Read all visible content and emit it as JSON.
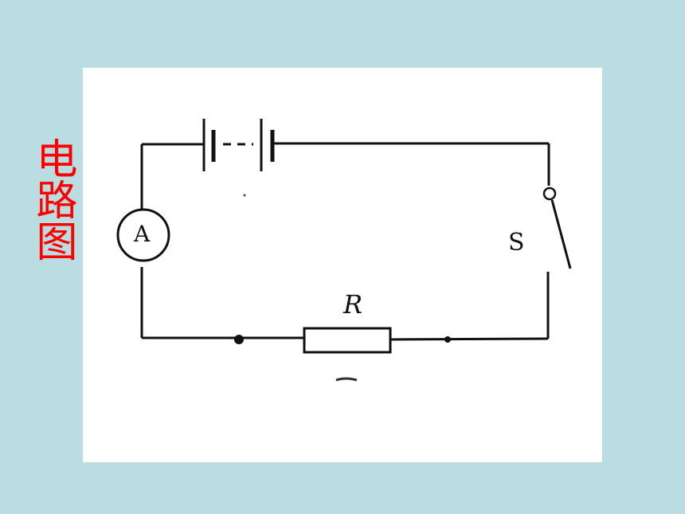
{
  "title": "电路图",
  "colors": {
    "background": "#b9dde0",
    "panel": "#ffffff",
    "title": "#ff0000",
    "wire": "#111111"
  },
  "circuit": {
    "ammeter_label": "A",
    "resistor_label": "R",
    "switch_label": "S",
    "components": [
      "battery",
      "switch",
      "resistor",
      "ammeter"
    ]
  }
}
